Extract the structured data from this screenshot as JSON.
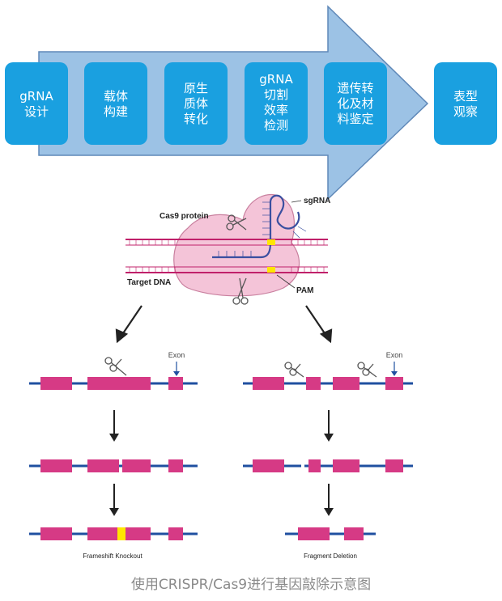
{
  "steps": [
    [
      "gRNA",
      "设计"
    ],
    [
      "载体",
      "构建"
    ],
    [
      "原生",
      "质体",
      "转化"
    ],
    [
      "gRNA",
      "切割",
      "效率",
      "检测"
    ],
    [
      "遗传转",
      "化及材",
      "料鉴定"
    ]
  ],
  "final_step": [
    "表型",
    "观察"
  ],
  "labels": {
    "cas9_protein": "Cas9 protein",
    "sgrna": "sgRNA",
    "target_dna": "Target DNA",
    "pam": "PAM",
    "exon_left": "Exon",
    "exon_right": "Exon",
    "frameshift": "Frameshift Knockout",
    "fragment": "Fragment Deletion"
  },
  "caption": "使用CRISPR/Cas9进行基因敲除示意图",
  "colors": {
    "step_box": "#1aa0e0",
    "arrow_fill": "#9cc2e5",
    "arrow_stroke": "#5f88b8",
    "exon": "#d63a85",
    "dna_line": "#1f4fa0",
    "indel": "#ffe600",
    "cas9": "#f4c4d8",
    "dna_strand": "#c0206a"
  }
}
